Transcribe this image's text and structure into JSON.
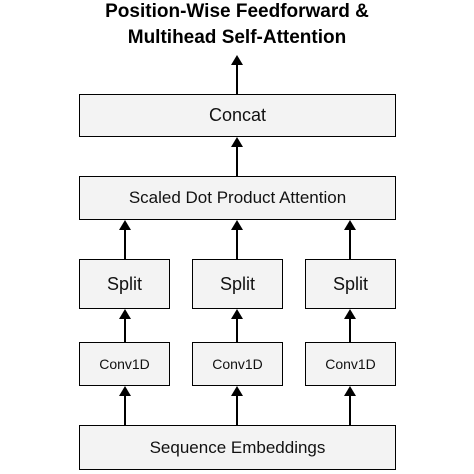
{
  "title": {
    "line1": "Position-Wise Feedforward &",
    "line2": "Multihead Self-Attention"
  },
  "nodes": {
    "concat": "Concat",
    "attention": "Scaled Dot Product Attention",
    "split": [
      "Split",
      "Split",
      "Split"
    ],
    "conv": [
      "Conv1D",
      "Conv1D",
      "Conv1D"
    ],
    "embeddings": "Sequence Embeddings"
  },
  "colors": {
    "box_fill": "#f3f3f3",
    "stroke": "#000000"
  }
}
